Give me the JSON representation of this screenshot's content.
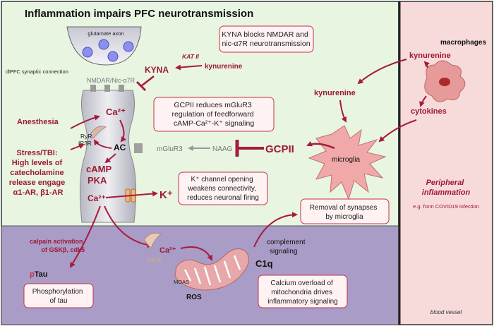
{
  "title": "Inflammation impairs PFC neurotransmission",
  "glutamate_axon": "glutamate axon",
  "dlpfc_label": "dlPFC synaptic connection",
  "receptor_label": "NMDAR/Nic-α7R",
  "kyna": "KYNA",
  "kat2": "KAT II",
  "kynurenine": "kynurenine",
  "kyna_box": [
    "KYNA blocks NMDAR and",
    "nic-α7R neurotransmission"
  ],
  "gcpii_box": [
    "GCPII reduces mGluR3",
    "regulation of feedforward",
    "cAMP-Ca²⁺-K⁺ signaling"
  ],
  "anesthesia": "Anesthesia",
  "ca": "Ca²⁺",
  "ryr": "RyR",
  "ip3r": "IP3R",
  "ac": "AC",
  "mglur3": "mGluR3",
  "naag": "NAAG",
  "gcpii": "GCPII",
  "stress": [
    "Stress/TBI:",
    "High levels of",
    "catecholamine",
    "release engage",
    "α1-AR, β1-AR"
  ],
  "camp": "cAMP",
  "pka": "PKA",
  "kplus": "K⁺",
  "kchannel_box": [
    "K⁺ channel opening",
    "weakens connectivity,",
    "reduces neuronal firing"
  ],
  "removal_box": [
    "Removal of synapses",
    "by microglia"
  ],
  "calpain": [
    "calpain activation",
    "of GSKβ, cdk5"
  ],
  "ser": "SER",
  "ptau": "pTau",
  "ptau_p": "p",
  "ptau_rest": "Tau",
  "phos_box": [
    "Phosphorylation",
    "of tau"
  ],
  "moas": "MOAS",
  "ros": "ROS",
  "complement": [
    "complement",
    "signaling"
  ],
  "c1q": "C1q",
  "calcium_box": [
    "Calcium overload of",
    "mitochondria drives",
    "inflammatory signaling"
  ],
  "macrophages": "macrophages",
  "kynurenine_right": "kynurenine",
  "cytokines": "cytokines",
  "microglia": "microglia",
  "peripheral": [
    "Peripheral",
    "inflammation"
  ],
  "covid": "e.g. from COVID19 infection",
  "blood_vessel": "blood vessel",
  "colors": {
    "green_bg": "#e8f5e0",
    "purple_bg": "#a99cc7",
    "pink_panel": "#f7dada",
    "arrow": "#a81a3c",
    "box_border": "#c0334c",
    "label_red": "#9c1a33"
  }
}
